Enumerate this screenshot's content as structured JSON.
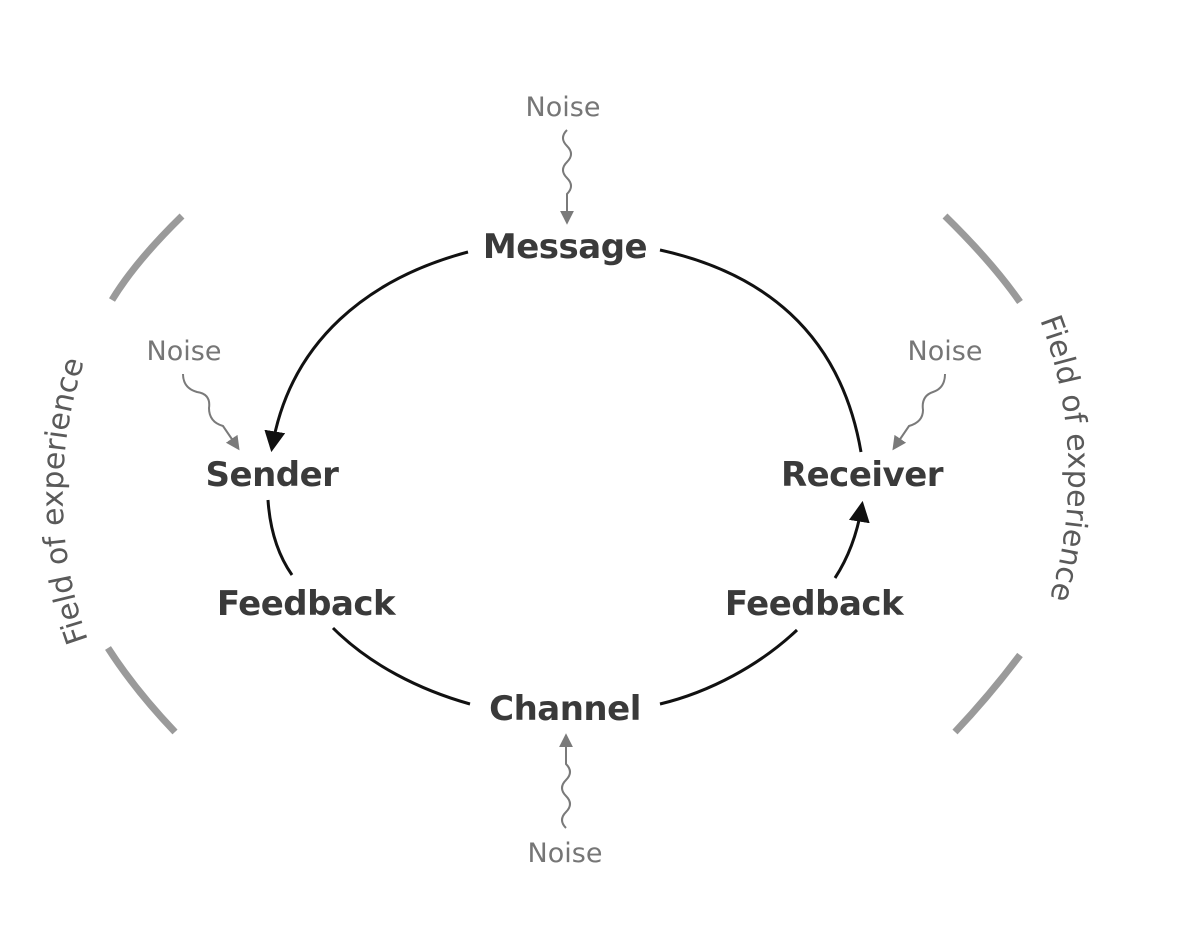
{
  "diagram": {
    "type": "communication-model",
    "nodes": {
      "message": "Message",
      "sender": "Sender",
      "receiver": "Receiver",
      "channel": "Channel",
      "feedback_left": "Feedback",
      "feedback_right": "Feedback"
    },
    "noise": {
      "top": "Noise",
      "left": "Noise",
      "right": "Noise",
      "bottom": "Noise"
    },
    "field_of_experience": {
      "left": "Field of experience",
      "right": "Field of experience"
    },
    "flows": [
      {
        "from": "Message",
        "to": "Sender"
      },
      {
        "from": "Sender",
        "to": "Channel",
        "via": "Feedback"
      },
      {
        "from": "Channel",
        "to": "Receiver",
        "via": "Feedback"
      },
      {
        "from": "Receiver",
        "to": "Message"
      }
    ],
    "colors": {
      "node_text": "#3a3a3a",
      "noise_text": "#767676",
      "flow_line": "#111111",
      "field_arc": "#9a9a9a"
    }
  }
}
